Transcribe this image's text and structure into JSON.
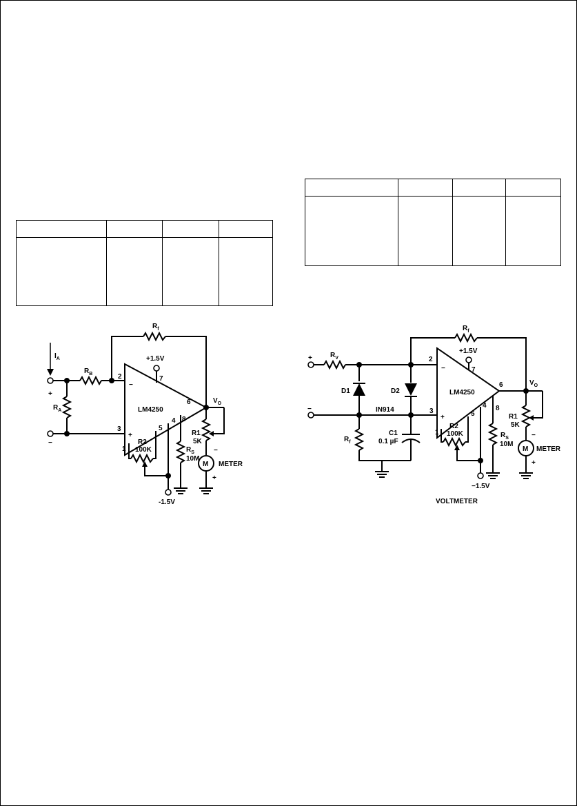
{
  "left_circuit": {
    "amp_label": "LM4250",
    "current_label": "I",
    "current_sub": "A",
    "input_plus": "+",
    "input_minus": "−",
    "rb": "R",
    "rb_sub": "B",
    "ra": "R",
    "ra_sub": "A",
    "rf": "R",
    "rf_sub": "f",
    "supply_pos": "+1.5V",
    "supply_neg": "-1.5V",
    "pin2": "2",
    "pin3": "3",
    "pin7": "7",
    "pin6": "6",
    "pin4": "4",
    "pin8": "8",
    "pin1": "1",
    "pin5": "5",
    "op_minus": "−",
    "op_plus": "+",
    "r2_name": "R2",
    "r2_value": "100K",
    "rs": "R",
    "rs_sub": "S",
    "rs_value": "10M",
    "r1_name": "R1",
    "r1_value": "5K",
    "vo": "V",
    "vo_sub": "O",
    "meter_symbol": "M",
    "meter_label": "METER",
    "meter_minus": "−",
    "meter_plus": "+"
  },
  "right_circuit": {
    "amp_label": "LM4250",
    "input_plus": "+",
    "input_minus": "−",
    "rv": "R",
    "rv_sub": "V",
    "rf": "R",
    "rf_sub": "f",
    "rf2": "R",
    "rf2_sub": "f",
    "d1": "D1",
    "d2": "D2",
    "diode_type": "IN914",
    "c1_name": "C1",
    "c1_value": "0.1 µF",
    "supply_pos": "+1.5V",
    "supply_neg": "−1.5V",
    "pin2": "2",
    "pin3": "3",
    "pin7": "7",
    "pin6": "6",
    "pin4": "4",
    "pin8": "8",
    "pin1": "1",
    "pin5": "5",
    "op_minus": "−",
    "op_plus": "+",
    "r2_name": "R2",
    "r2_value": "100K",
    "rs": "R",
    "rs_sub": "S",
    "rs_value": "10M",
    "r1_name": "R1",
    "r1_value": "5K",
    "vo": "V",
    "vo_sub": "O",
    "meter_symbol": "M",
    "meter_label": "METER",
    "meter_minus": "−",
    "meter_plus": "+",
    "caption": "VOLTMETER"
  }
}
